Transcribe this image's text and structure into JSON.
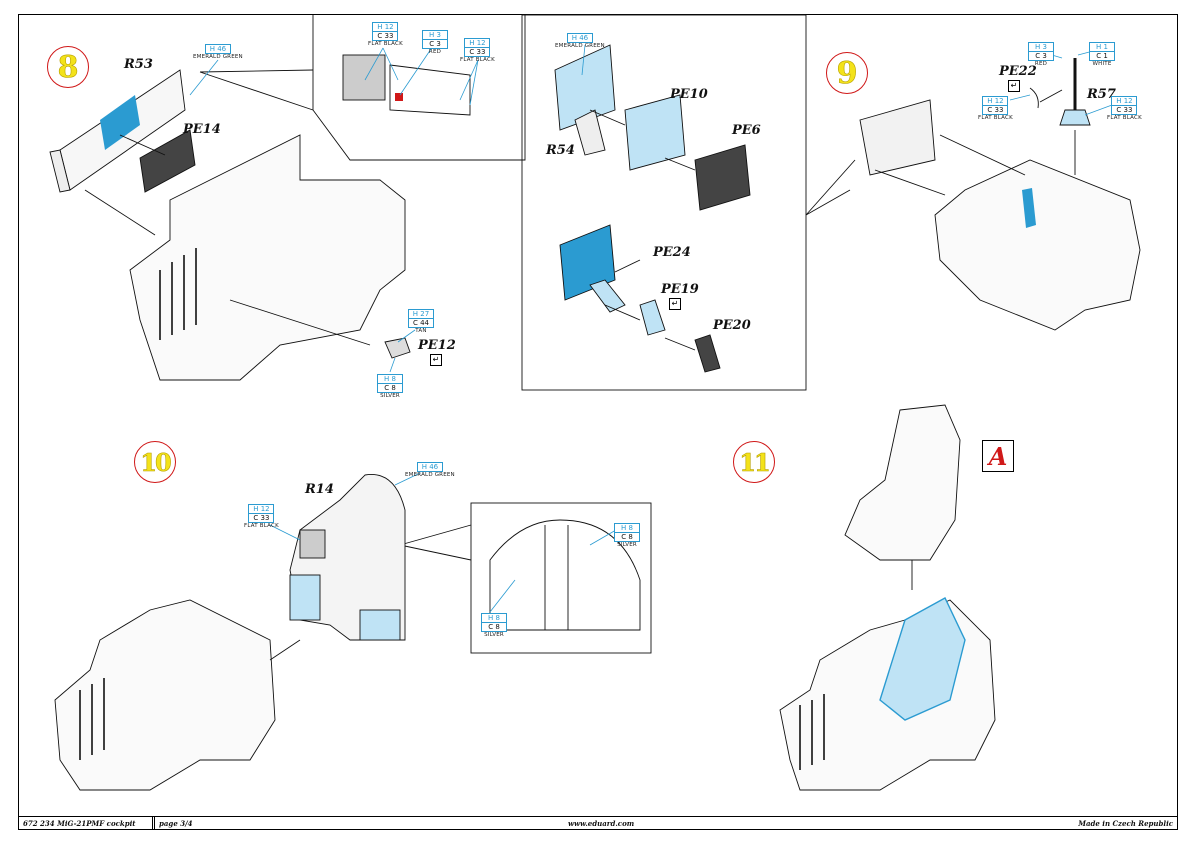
{
  "document": {
    "kit_title": "672 234  MiG-21PMF cockpit",
    "page": "page 3/4",
    "website": "www.eduard.com",
    "made_in": "Made in Czech Republic"
  },
  "steps": [
    {
      "number": "8"
    },
    {
      "number": "9"
    },
    {
      "number": "10"
    },
    {
      "number": "11"
    }
  ],
  "insert_marker": "A",
  "check_mark": "↵",
  "parts": {
    "r53": "R53",
    "pe14": "PE14",
    "pe12": "PE12",
    "r54": "R54",
    "pe10": "PE10",
    "pe6": "PE6",
    "pe24": "PE24",
    "pe19": "PE19",
    "pe20": "PE20",
    "pe22": "PE22",
    "r57": "R57",
    "r14": "R14"
  },
  "color_callouts": [
    {
      "id": "s8-r53-green",
      "h": "H 46",
      "c": "",
      "name": "EMERALD GREEN"
    },
    {
      "id": "s8-detail-black-1",
      "h": "H 12",
      "c": "C 33",
      "name": "FLAT BLACK"
    },
    {
      "id": "s8-detail-red",
      "h": "H 3",
      "c": "C 3",
      "name": "RED"
    },
    {
      "id": "s8-detail-black-2",
      "h": "H 12",
      "c": "C 33",
      "name": "FLAT BLACK"
    },
    {
      "id": "s8-pe12-tan",
      "h": "H 27",
      "c": "C 44",
      "name": "TAN"
    },
    {
      "id": "s8-pe12-silver",
      "h": "H 8",
      "c": "C 8",
      "name": "SILVER"
    },
    {
      "id": "s8-r54-green",
      "h": "H 46",
      "c": "",
      "name": "EMERALD GREEN"
    },
    {
      "id": "s9-red",
      "h": "H 3",
      "c": "C 3",
      "name": "RED"
    },
    {
      "id": "s9-white",
      "h": "H 1",
      "c": "C 1",
      "name": "WHITE"
    },
    {
      "id": "s9-pe22-black",
      "h": "H 12",
      "c": "C 33",
      "name": "FLAT BLACK"
    },
    {
      "id": "s9-r57-black",
      "h": "H 12",
      "c": "C 33",
      "name": "FLAT BLACK"
    },
    {
      "id": "s10-green",
      "h": "H 46",
      "c": "",
      "name": "EMERALD GREEN"
    },
    {
      "id": "s10-black",
      "h": "H 12",
      "c": "C 33",
      "name": "FLAT BLACK"
    },
    {
      "id": "s10-silver-1",
      "h": "H 8",
      "c": "C 8",
      "name": "SILVER"
    },
    {
      "id": "s10-silver-2",
      "h": "H 8",
      "c": "C 8",
      "name": "SILVER"
    }
  ]
}
